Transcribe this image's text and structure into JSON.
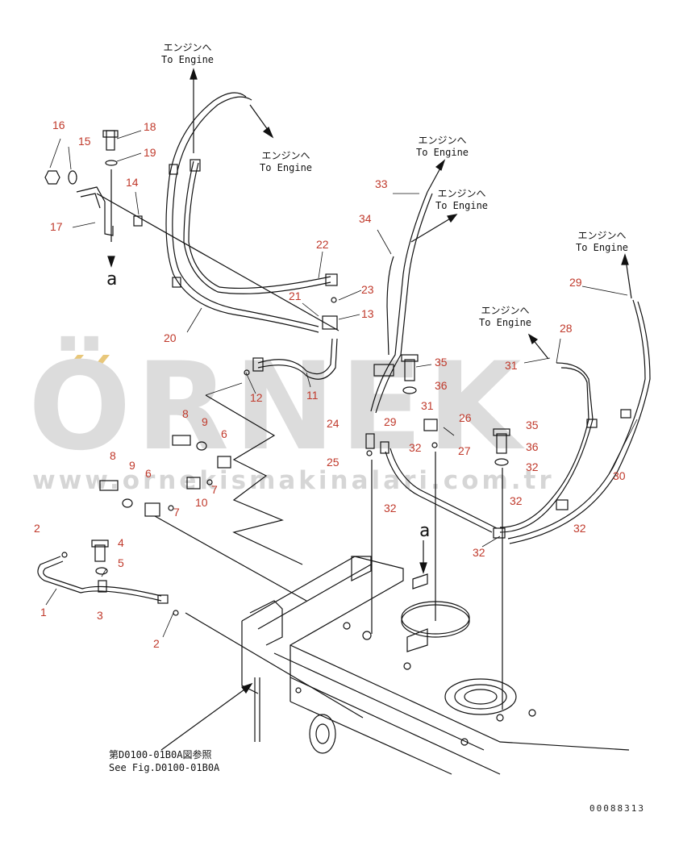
{
  "watermark": {
    "brand": "ÖRNEK",
    "url": "www.ornekismakinalari.com.tr"
  },
  "document_number": "00088313",
  "reference_note": {
    "jp": "第D0100-01B0A図参照",
    "en": "See Fig.D0100-01B0A"
  },
  "view_marker": "a",
  "destinations": [
    {
      "jp": "エンジンへ",
      "en": "To Engine"
    },
    {
      "jp": "エンジンへ",
      "en": "To Engine"
    },
    {
      "jp": "エンジンへ",
      "en": "To Engine"
    },
    {
      "jp": "エンジンへ",
      "en": "To Engine"
    },
    {
      "jp": "エンジンへ",
      "en": "To Engine"
    },
    {
      "jp": "エンジンへ",
      "en": "To Engine"
    }
  ],
  "callouts": [
    "16",
    "18",
    "15",
    "19",
    "14",
    "17",
    "22",
    "21",
    "23",
    "13",
    "20",
    "11",
    "12",
    "8",
    "9",
    "6",
    "8",
    "9",
    "6",
    "7",
    "10",
    "7",
    "2",
    "4",
    "5",
    "1",
    "3",
    "2",
    "33",
    "34",
    "35",
    "36",
    "31",
    "26",
    "29",
    "24",
    "25",
    "32",
    "27",
    "35",
    "36",
    "32",
    "32",
    "32",
    "29",
    "28",
    "31",
    "30",
    "32",
    "32"
  ],
  "colors": {
    "callout": "#c0392b",
    "line": "#111111",
    "watermark": "#dcdcdc",
    "watermark_accent": "#e8c77a"
  }
}
